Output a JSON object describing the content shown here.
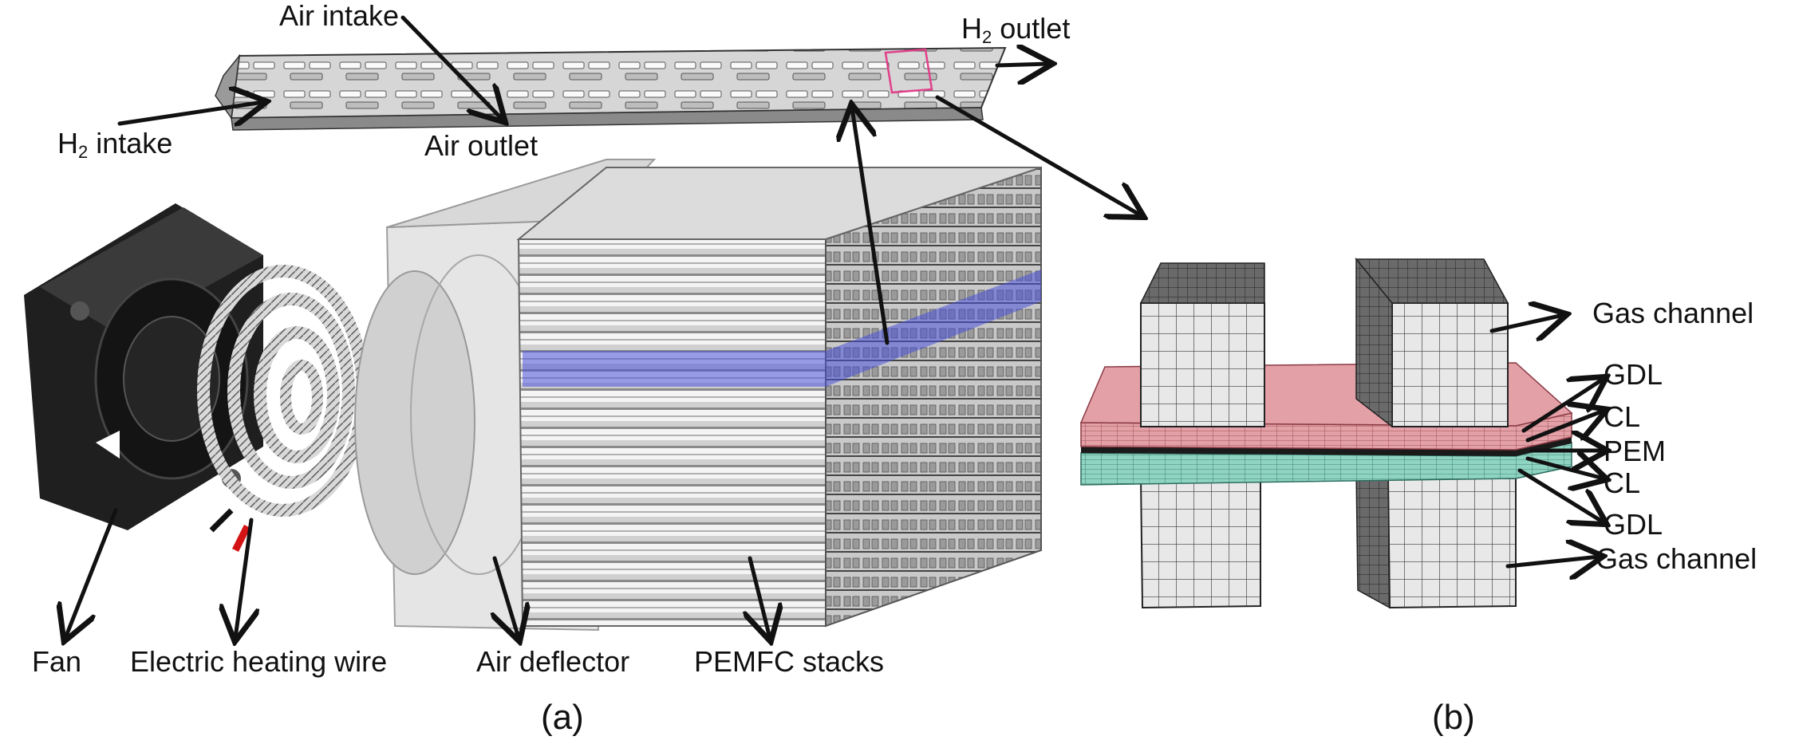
{
  "labels": {
    "air_intake": "Air intake",
    "h2_outlet_prefix": "H",
    "h2_outlet_sub": "2",
    "h2_outlet_suffix": " outlet",
    "h2_intake_prefix": "H",
    "h2_intake_sub": "2",
    "h2_intake_suffix": " intake",
    "air_outlet": "Air outlet",
    "fan": "Fan",
    "heating_wire": "Electric heating wire",
    "air_deflector": "Air deflector",
    "stacks": "PEMFC stacks",
    "gas_channel_top": "Gas channel",
    "gdl_top": "GDL",
    "cl_top": "CL",
    "pem": "PEM",
    "cl_bottom": "CL",
    "gdl_bottom": "GDL",
    "gas_channel_bottom": "Gas channel"
  },
  "captions": {
    "a": "(a)",
    "b": "(b)"
  },
  "colors": {
    "fan": "#2b2b2b",
    "highlight_layer": "#4a52d8",
    "gdl_layer": "#e3a0a6",
    "pem_layer": "#1a1a1a",
    "gdl_bottom_layer": "#8fd3c2",
    "selection_box": "#e0408a"
  }
}
